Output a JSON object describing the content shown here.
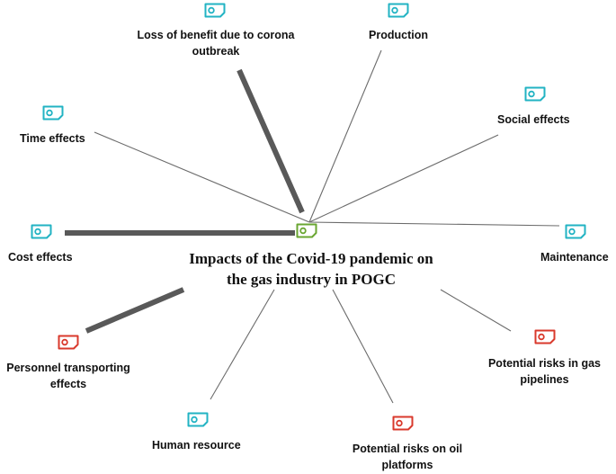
{
  "colors": {
    "teal": "#22b3c3",
    "red": "#d9392c",
    "green": "#6aa632",
    "thin_edge": "#6b6b6b",
    "thick_edge": "#595959"
  },
  "center": {
    "title_line1": "Impacts of the Covid-19 pandemic on",
    "title_line2": "the gas industry in POGC",
    "icon": "tag-icon",
    "color": "green"
  },
  "nodes": [
    {
      "id": "loss",
      "label_line1": "Loss of benefit due to corona",
      "label_line2": "outbreak",
      "color": "teal",
      "icon": "tag-icon",
      "edge": "thick"
    },
    {
      "id": "production",
      "label_line1": "Production",
      "label_line2": "",
      "color": "teal",
      "icon": "tag-icon",
      "edge": "thin"
    },
    {
      "id": "time",
      "label_line1": "Time effects",
      "label_line2": "",
      "color": "teal",
      "icon": "tag-icon",
      "edge": "thin"
    },
    {
      "id": "social",
      "label_line1": "Social effects",
      "label_line2": "",
      "color": "teal",
      "icon": "tag-icon",
      "edge": "thin"
    },
    {
      "id": "cost",
      "label_line1": "Cost effects",
      "label_line2": "",
      "color": "teal",
      "icon": "tag-icon",
      "edge": "thick"
    },
    {
      "id": "maintenance",
      "label_line1": "Maintenance",
      "label_line2": "",
      "color": "teal",
      "icon": "tag-icon",
      "edge": "thin"
    },
    {
      "id": "personnel",
      "label_line1": "Personnel transporting",
      "label_line2": "effects",
      "color": "red",
      "icon": "tag-icon",
      "edge": "thick"
    },
    {
      "id": "pipelines",
      "label_line1": "Potential risks in gas",
      "label_line2": "pipelines",
      "color": "red",
      "icon": "tag-icon",
      "edge": "thin"
    },
    {
      "id": "human",
      "label_line1": "Human resource",
      "label_line2": "",
      "color": "teal",
      "icon": "tag-icon",
      "edge": "thin"
    },
    {
      "id": "oil",
      "label_line1": "Potential risks on oil",
      "label_line2": "platforms",
      "color": "red",
      "icon": "tag-icon",
      "edge": "thin"
    }
  ]
}
